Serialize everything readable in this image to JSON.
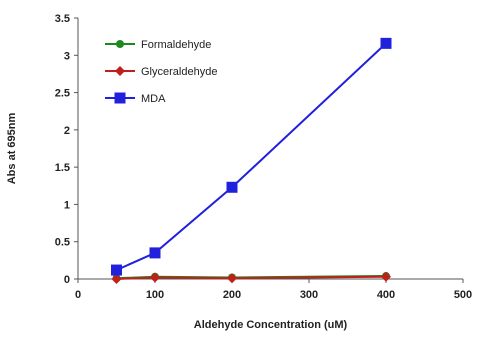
{
  "chart_data": {
    "type": "line",
    "xlabel": "Aldehyde Concentration (uM)",
    "ylabel": "Abs at 695nm",
    "xlim": [
      0,
      500
    ],
    "ylim": [
      0,
      3.5
    ],
    "xticks": [
      0,
      100,
      200,
      300,
      400,
      500
    ],
    "yticks": [
      0,
      0.5,
      1,
      1.5,
      2,
      2.5,
      3,
      3.5
    ],
    "xtick_labels": [
      "0",
      "100",
      "200",
      "300",
      "400",
      "500"
    ],
    "ytick_labels": [
      "0",
      "0.5",
      "1",
      "1.5",
      "2",
      "2.5",
      "3",
      "3.5"
    ],
    "grid": false,
    "legend_position": "top-left",
    "series": [
      {
        "name": "Formaldehyde",
        "color": "#1e8a1e",
        "marker": "circle",
        "x": [
          50,
          100,
          200,
          400
        ],
        "y": [
          0.01,
          0.03,
          0.02,
          0.04
        ]
      },
      {
        "name": "Glyceraldehyde",
        "color": "#c0201c",
        "marker": "diamond",
        "x": [
          50,
          100,
          200,
          400
        ],
        "y": [
          0.0,
          0.02,
          0.01,
          0.03
        ]
      },
      {
        "name": "MDA",
        "color": "#2020dd",
        "marker": "square",
        "x": [
          50,
          100,
          200,
          400
        ],
        "y": [
          0.12,
          0.35,
          1.23,
          3.16
        ]
      }
    ]
  }
}
